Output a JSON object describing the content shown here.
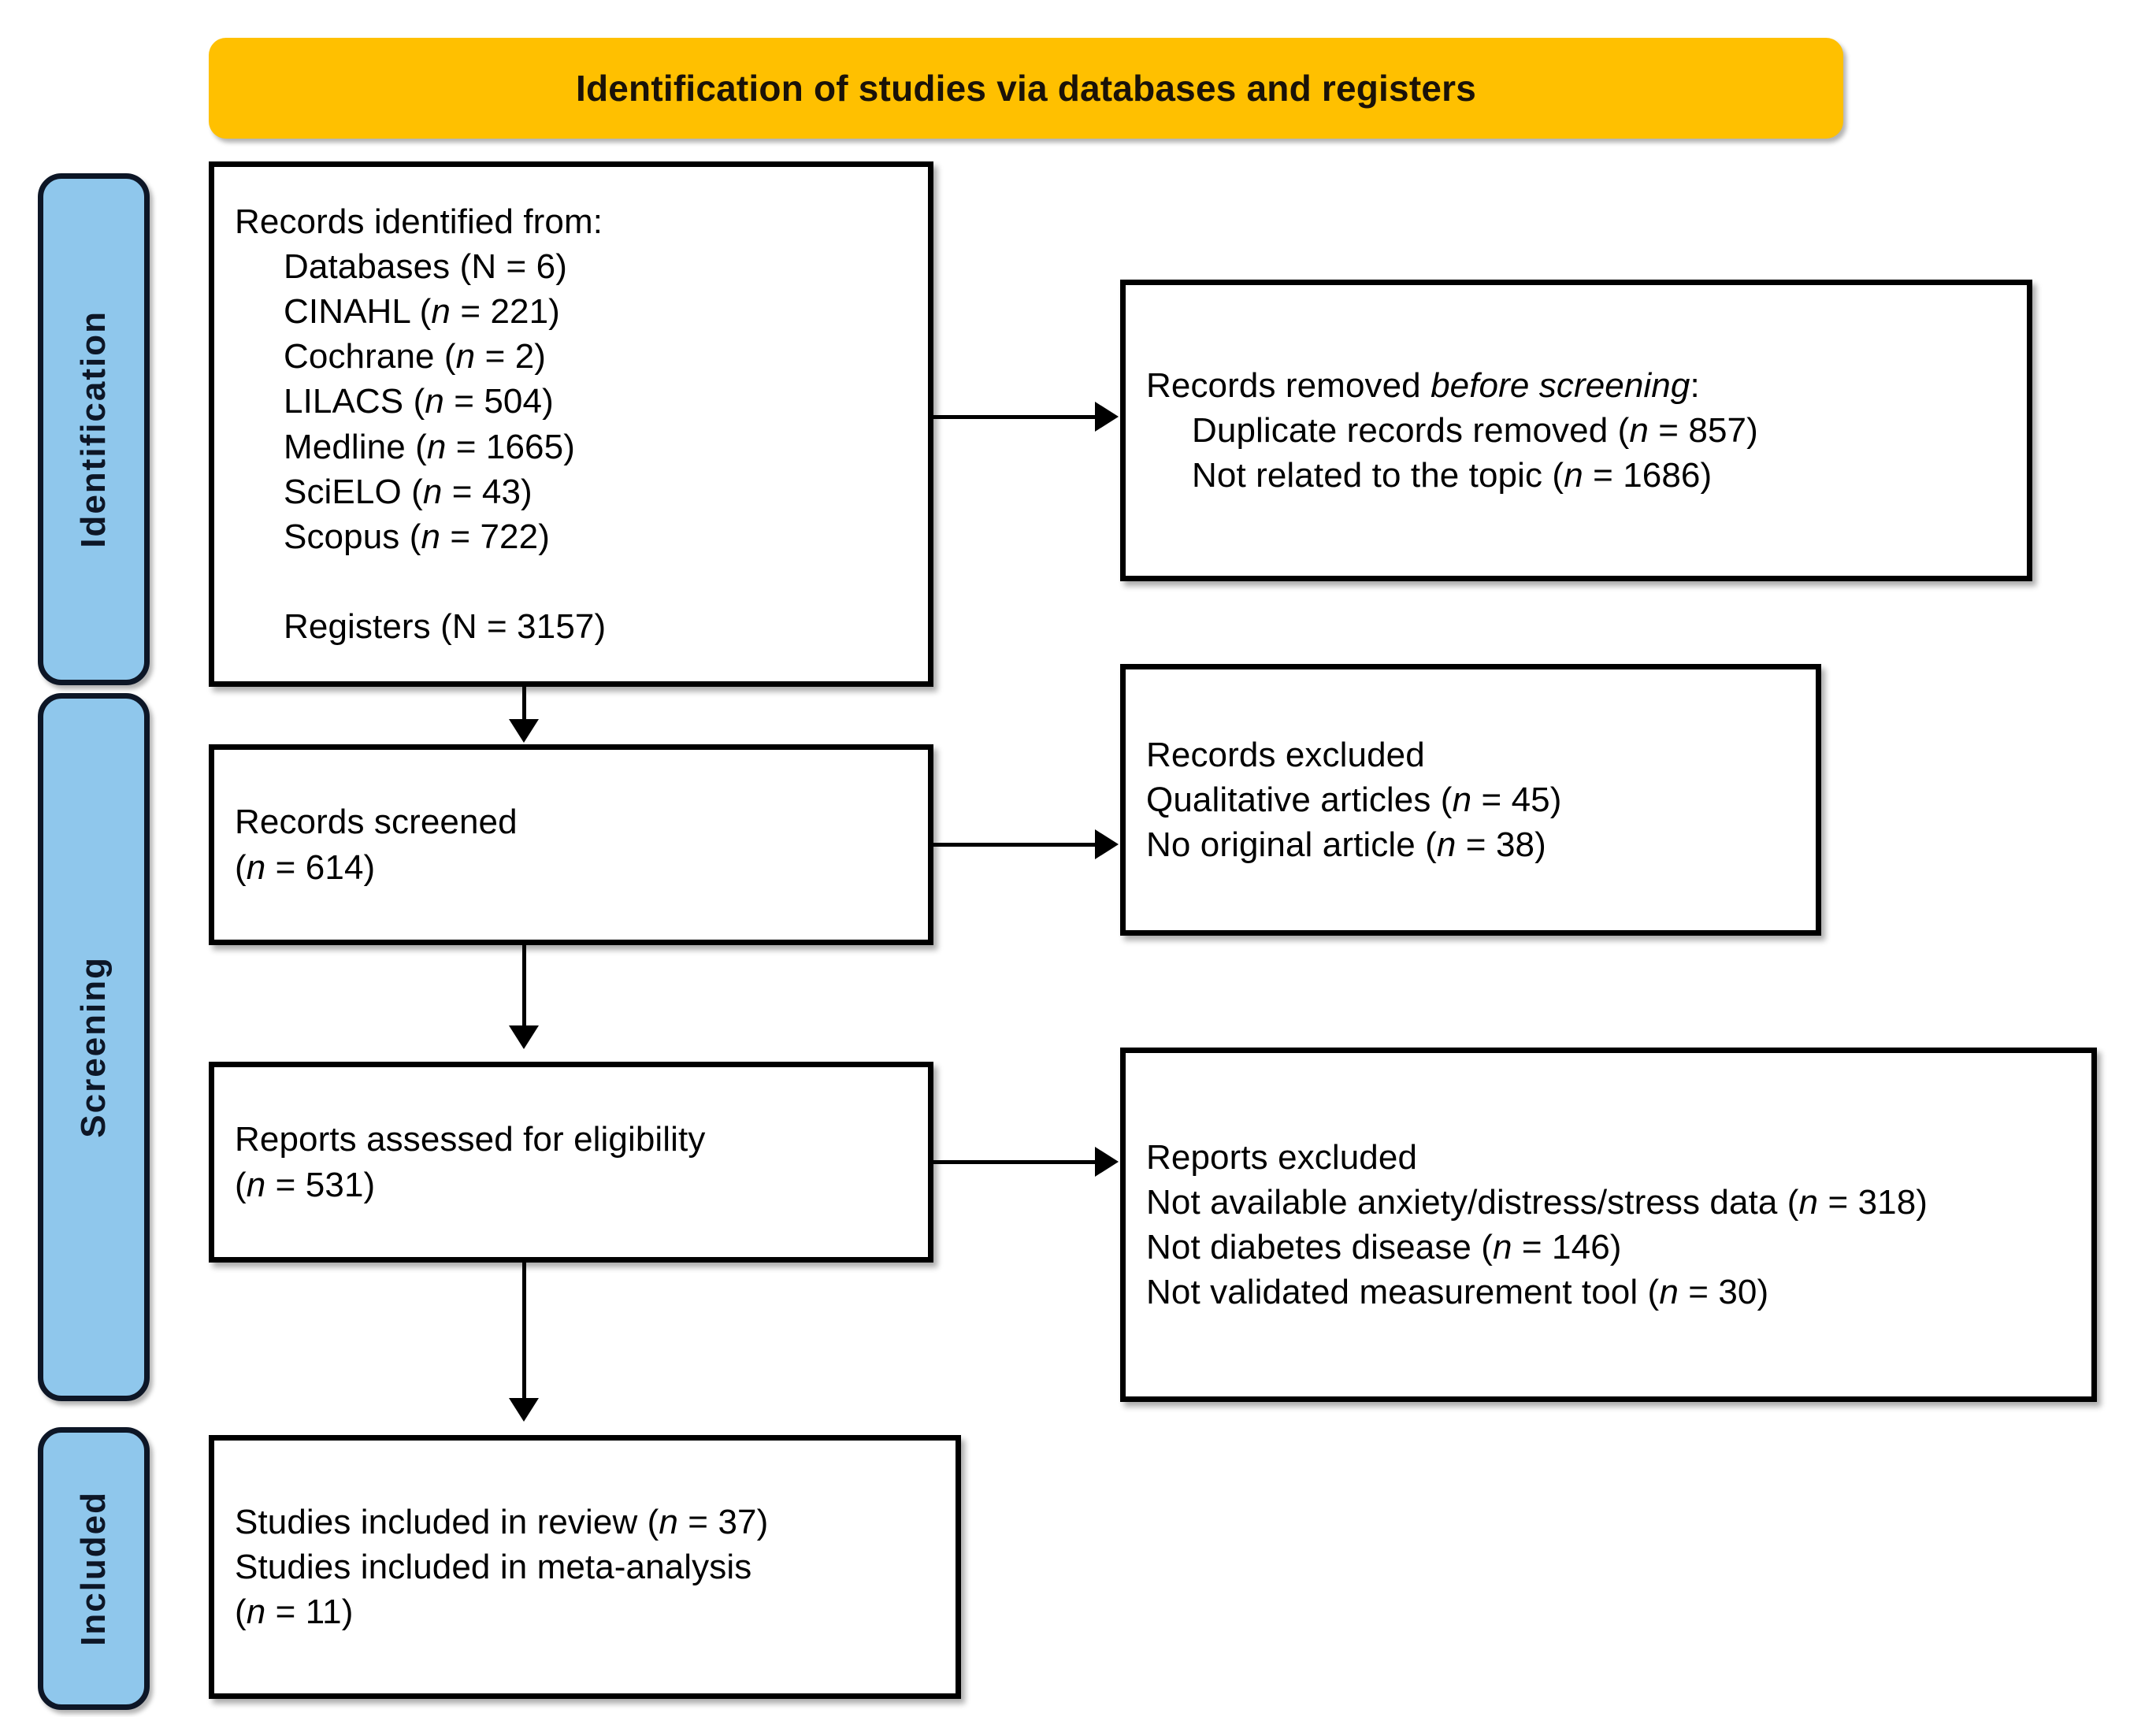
{
  "banner": {
    "title": "Identification of studies via databases and registers",
    "color": "#FFC000"
  },
  "stages": [
    {
      "key": "identification",
      "label": "Identification"
    },
    {
      "key": "screening",
      "label": "Screening"
    },
    {
      "key": "included",
      "label": "Included"
    }
  ],
  "stage_color": "#8FC7EC",
  "boxes": {
    "identified": {
      "name": "records-identified",
      "lines": [
        "Records identified from:",
        "Databases (N = 6)",
        "CINAHL (n = 221)",
        "Cochrane (n = 2)",
        "LILACS (n = 504)",
        "Medline (n = 1665)",
        "SciELO (n = 43)",
        "Scopus (n = 722)",
        "",
        "Registers (N = 3157)"
      ],
      "heading": "Records identified from:",
      "sources": [
        {
          "label": "Databases",
          "symbol": "N",
          "count": 6
        },
        {
          "label": "CINAHL",
          "symbol": "n",
          "count": 221
        },
        {
          "label": "Cochrane",
          "symbol": "n",
          "count": 2
        },
        {
          "label": "LILACS",
          "symbol": "n",
          "count": 504
        },
        {
          "label": "Medline",
          "symbol": "n",
          "count": 1665
        },
        {
          "label": "SciELO",
          "symbol": "n",
          "count": 43
        },
        {
          "label": "Scopus",
          "symbol": "n",
          "count": 722
        }
      ],
      "registers": {
        "label": "Registers",
        "symbol": "N",
        "count": 3157
      }
    },
    "removed_before_screening": {
      "name": "records-removed-before-screening",
      "heading_pre": "Records removed ",
      "heading_italic": "before screening",
      "heading_post": ":",
      "items": [
        {
          "label": "Duplicate records removed",
          "symbol": "n",
          "count": 857
        },
        {
          "label": "Not related to the topic",
          "symbol": "n",
          "count": 1686
        }
      ]
    },
    "screened": {
      "name": "records-screened",
      "line1": "Records screened",
      "line2": "(n = 614)",
      "symbol": "n",
      "count": 614
    },
    "records_excluded": {
      "name": "records-excluded",
      "heading": "Records excluded",
      "items": [
        {
          "label": "Qualitative articles",
          "symbol": "n",
          "count": 45
        },
        {
          "label": "No original article",
          "symbol": "n",
          "count": 38
        }
      ]
    },
    "eligibility": {
      "name": "reports-assessed-for-eligibility",
      "line1": "Reports assessed for eligibility",
      "line2": "(n = 531)",
      "symbol": "n",
      "count": 531
    },
    "reports_excluded": {
      "name": "reports-excluded",
      "heading": "Reports excluded",
      "items": [
        {
          "label": "Not available anxiety/distress/stress data",
          "symbol": "n",
          "count": 318
        },
        {
          "label": "Not diabetes disease",
          "symbol": "n",
          "count": 146
        },
        {
          "label": "Not validated measurement tool",
          "symbol": "n",
          "count": 30
        }
      ]
    },
    "included": {
      "name": "studies-included",
      "line1": "Studies included in review (n = 37)",
      "line2": "Studies included in meta-analysis",
      "line3": "(n = 11)",
      "review_count": 37,
      "meta_analysis_count": 11
    }
  }
}
